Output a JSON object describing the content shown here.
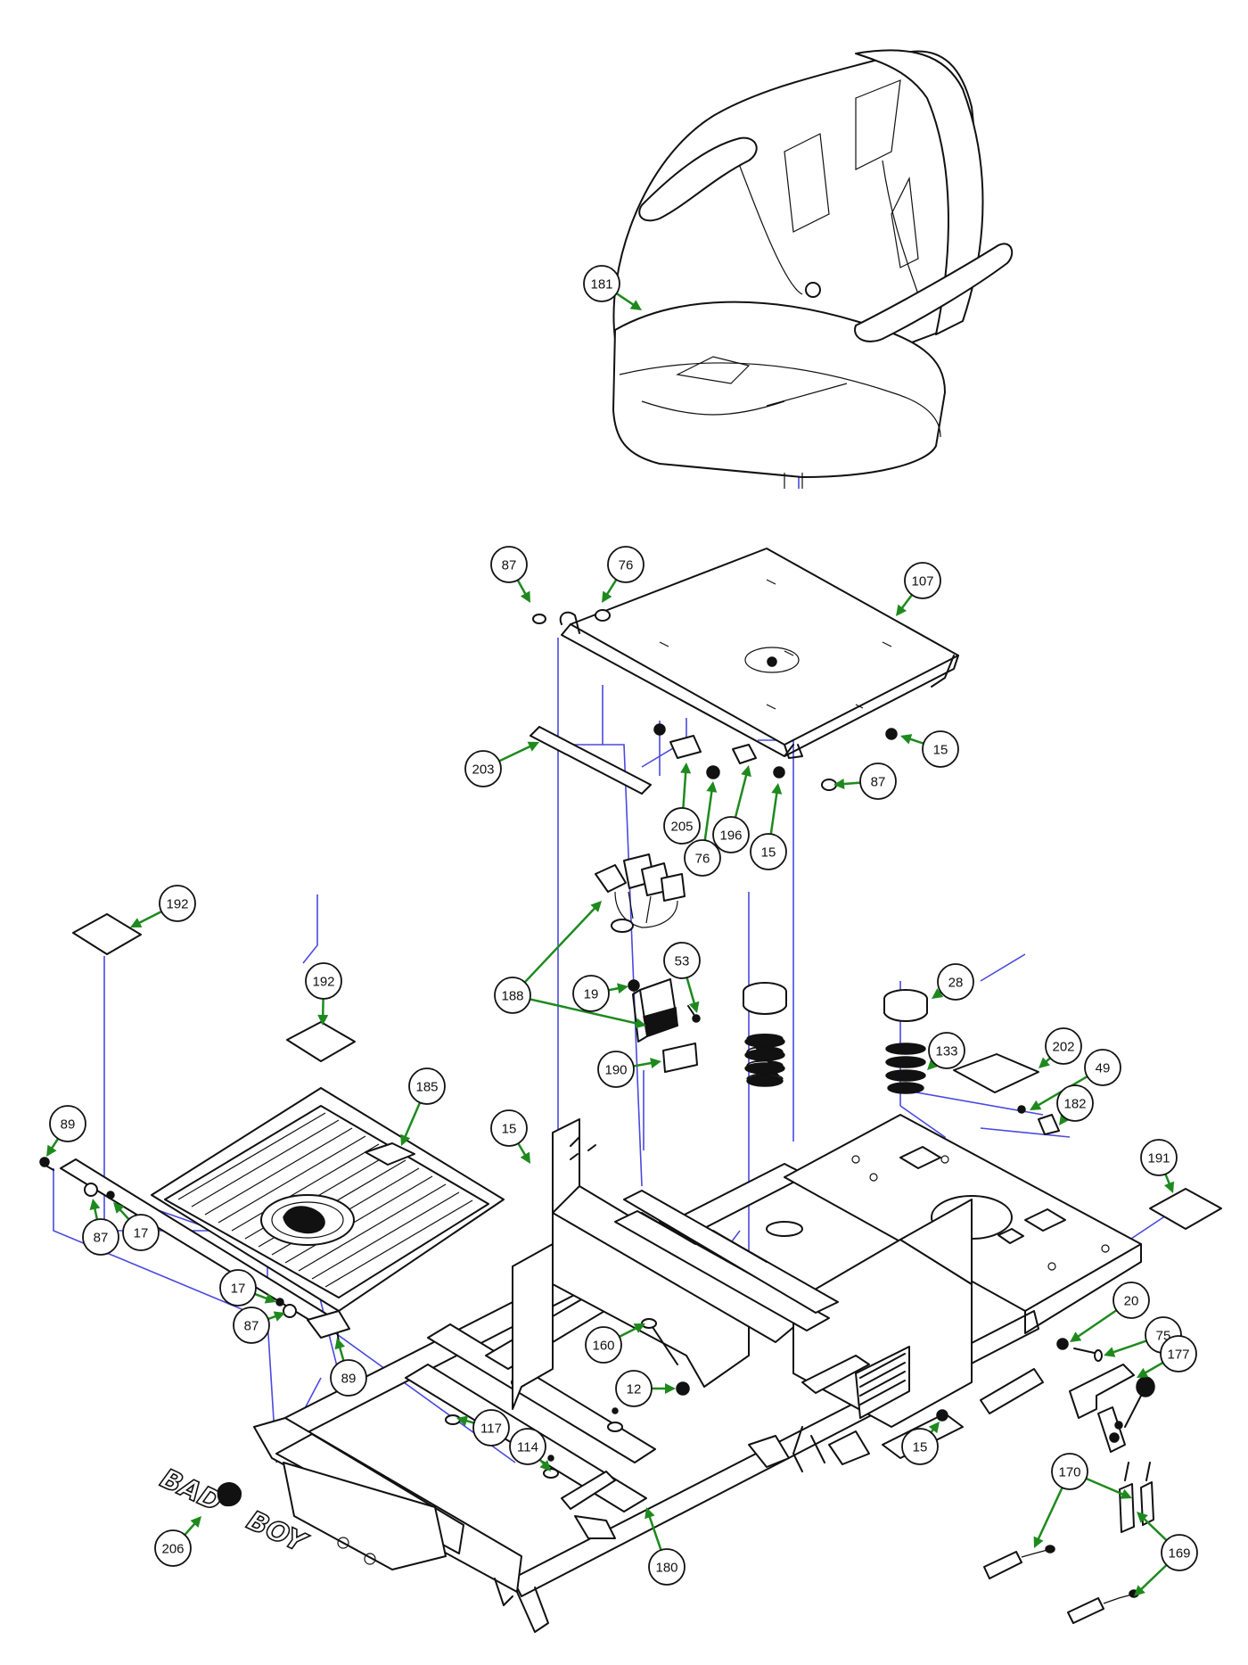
{
  "diagram": {
    "colors": {
      "line": "#111111",
      "leader": "#4a4adf",
      "arrow": "#1e8a1e",
      "background": "#ffffff"
    },
    "logo_text": {
      "line1": "BAD",
      "line2": "BOY"
    },
    "callouts": [
      {
        "id": "c181",
        "label": "181"
      },
      {
        "id": "c87a",
        "label": "87"
      },
      {
        "id": "c76a",
        "label": "76"
      },
      {
        "id": "c107",
        "label": "107"
      },
      {
        "id": "c203",
        "label": "203"
      },
      {
        "id": "c15a",
        "label": "15"
      },
      {
        "id": "c87b",
        "label": "87"
      },
      {
        "id": "c205",
        "label": "205"
      },
      {
        "id": "c196",
        "label": "196"
      },
      {
        "id": "c76b",
        "label": "76"
      },
      {
        "id": "c15b",
        "label": "15"
      },
      {
        "id": "c192a",
        "label": "192"
      },
      {
        "id": "c192b",
        "label": "192"
      },
      {
        "id": "c185",
        "label": "185"
      },
      {
        "id": "c188",
        "label": "188"
      },
      {
        "id": "c19",
        "label": "19"
      },
      {
        "id": "c53",
        "label": "53"
      },
      {
        "id": "c28",
        "label": "28"
      },
      {
        "id": "c190",
        "label": "190"
      },
      {
        "id": "c133",
        "label": "133"
      },
      {
        "id": "c202",
        "label": "202"
      },
      {
        "id": "c49",
        "label": "49"
      },
      {
        "id": "c182",
        "label": "182"
      },
      {
        "id": "c15c",
        "label": "15"
      },
      {
        "id": "c89a",
        "label": "89"
      },
      {
        "id": "c191",
        "label": "191"
      },
      {
        "id": "c87c",
        "label": "87"
      },
      {
        "id": "c17a",
        "label": "17"
      },
      {
        "id": "c20",
        "label": "20"
      },
      {
        "id": "c17b",
        "label": "17"
      },
      {
        "id": "c75",
        "label": "75"
      },
      {
        "id": "c87d",
        "label": "87"
      },
      {
        "id": "c160",
        "label": "160"
      },
      {
        "id": "c177",
        "label": "177"
      },
      {
        "id": "c89b",
        "label": "89"
      },
      {
        "id": "c12",
        "label": "12"
      },
      {
        "id": "c117",
        "label": "117"
      },
      {
        "id": "c15d",
        "label": "15"
      },
      {
        "id": "c114",
        "label": "114"
      },
      {
        "id": "c170",
        "label": "170"
      },
      {
        "id": "c206",
        "label": "206"
      },
      {
        "id": "c180",
        "label": "180"
      },
      {
        "id": "c169",
        "label": "169"
      }
    ]
  }
}
